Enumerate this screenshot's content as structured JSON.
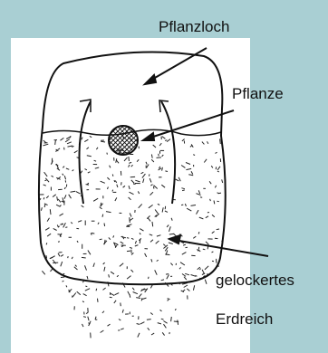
{
  "labels": {
    "planting_hole": "Pflanzloch",
    "plant": "Pflanze",
    "loosened_soil_line1": "gelockertes",
    "loosened_soil_line2": "Erdreich"
  },
  "colors": {
    "background_panel": "#a9cfd3",
    "top_bar": "#a9cfd3",
    "drawing_area": "#ffffff",
    "ink": "#111111"
  }
}
